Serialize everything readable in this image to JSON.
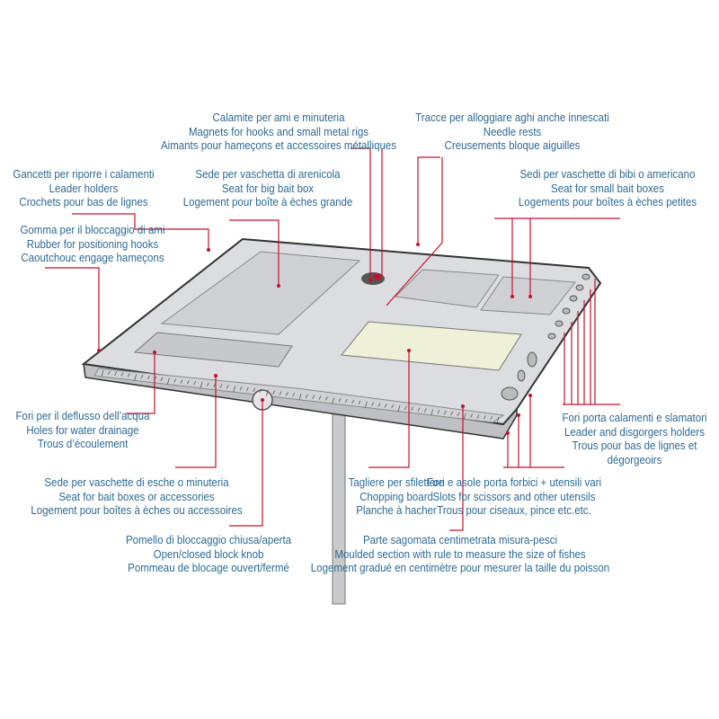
{
  "colors": {
    "text": "#2d6a96",
    "leader": "#c8102e",
    "tray": "#d9dadc",
    "tray_edge": "#3a3a3a",
    "board": "#eef0d8"
  },
  "labels": {
    "magnets": [
      "Calamite per ami e minuteria",
      "Magnets for hooks and small metal rigs",
      "Aimants pour hameçons et accessoires métalliques"
    ],
    "needle_rests": [
      "Tracce per alloggiare aghi anche innescati",
      "Needle rests",
      "Creusements bloque aiguilles"
    ],
    "leader_holders": [
      "Gancetti per riporre i calamenti",
      "Leader holders",
      "Crochets pour bas de lignes"
    ],
    "big_bait_box": [
      "Sede per vaschetta di arenicola",
      "Seat for big bait box",
      "Logement pour boîte à èches grande"
    ],
    "small_bait_boxes": [
      "Sedi per vaschette di bibi o americano",
      "Seat for small bait boxes",
      "Logements pour boîtes à èches petites"
    ],
    "rubber": [
      "Gomma per il bloccaggio di ami",
      "Rubber for positioning hooks",
      "Caoutchouc engage hameçons"
    ],
    "drainage": [
      "Fori per il deflusso dell’acqua",
      "Holes for water drainage",
      "Trous d’écoulement"
    ],
    "bait_accessories": [
      "Sede per vaschette di esche o minuteria",
      "Seat for bait boxes or accessories",
      "Logement pour boîtes à èches ou accessoires"
    ],
    "knob": [
      "Pomello di bloccaggio chiusa/aperta",
      "Open/closed block knob",
      "Pommeau de blocage ouvert/fermé"
    ],
    "chopping_board": [
      "Tagliere per sfilettare",
      "Chopping board",
      "Planche à hacher"
    ],
    "scissors": [
      "Fori e asole porta forbici + utensili vari",
      "Slots for scissors and other utensils",
      "Trous pour ciseaux, pince etc.etc."
    ],
    "disgorgers": [
      "Fori porta calamenti e slamatori",
      "Leader and disgorgers holders",
      "Trous pour bas de lignes et",
      "dégorgeoirs"
    ],
    "ruler": [
      "Parte sagomata centimetrata misura-pesci",
      "Moulded section with rule to measure the size of fishes",
      "Logement gradué en centimètre pour mesurer la taille du poisson"
    ]
  }
}
